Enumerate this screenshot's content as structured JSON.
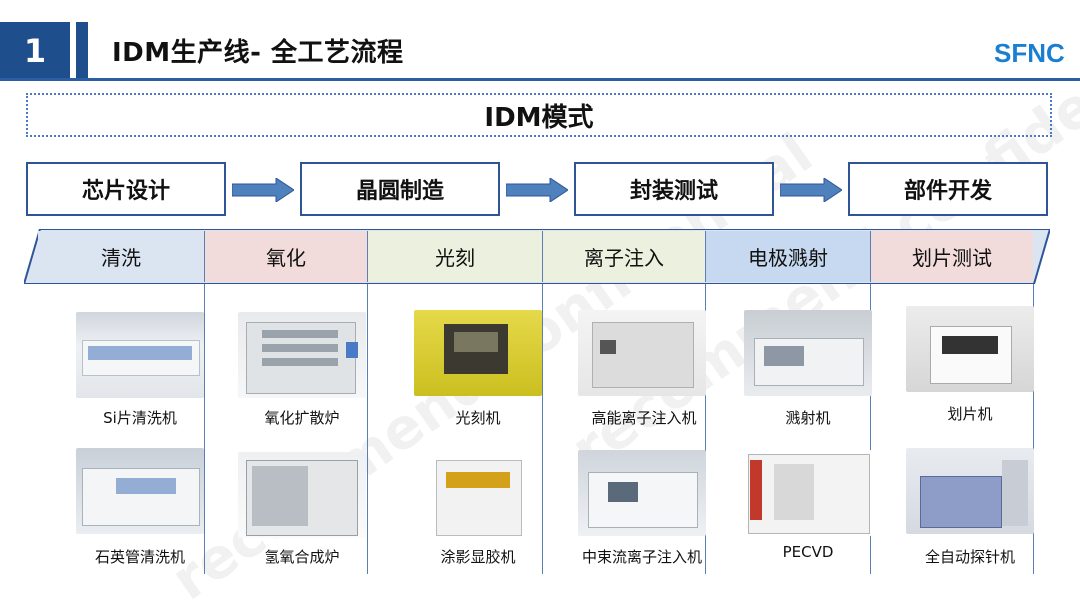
{
  "header": {
    "number": "1",
    "title": "IDM生产线- 全工艺流程",
    "logo_text": "SFNC"
  },
  "mode": {
    "label": "IDM模式"
  },
  "flow": [
    "芯片设计",
    "晶圆制造",
    "封装测试",
    "部件开发"
  ],
  "process_steps": [
    {
      "label": "清洗",
      "color": "#dbe5f1"
    },
    {
      "label": "氧化",
      "color": "#f2dcdb"
    },
    {
      "label": "光刻",
      "color": "#ebf1de"
    },
    {
      "label": "离子注入",
      "color": "#ebf1de"
    },
    {
      "label": "电极溅射",
      "color": "#c6d9f0"
    },
    {
      "label": "划片测试",
      "color": "#f2dcdb"
    }
  ],
  "equipment": [
    {
      "name": "Si片清洗机"
    },
    {
      "name": "氧化扩散炉"
    },
    {
      "name": "光刻机"
    },
    {
      "name": "高能离子注入机"
    },
    {
      "name": "溅射机"
    },
    {
      "name": "划片机"
    },
    {
      "name": "石英管清洗机"
    },
    {
      "name": "氢氧合成炉"
    },
    {
      "name": "涂影显胶机"
    },
    {
      "name": "中束流离子注入机"
    },
    {
      "name": "PECVD"
    },
    {
      "name": "全自动探针机"
    }
  ],
  "watermark": {
    "text": "recommend confidential"
  },
  "colors": {
    "brand_blue": "#1f4e8c",
    "border_blue": "#2f5597",
    "arrow_blue": "#4f81bd"
  }
}
